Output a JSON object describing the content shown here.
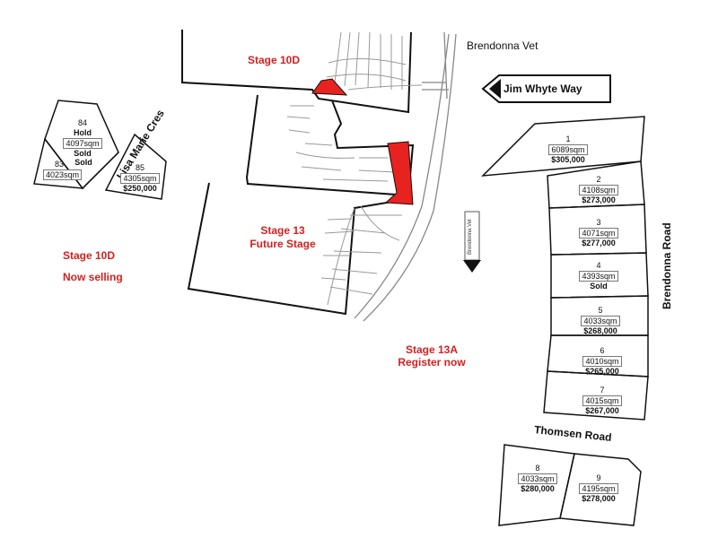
{
  "stages": {
    "stage_10d_top": "Stage 10D",
    "stage_13_title": "Stage 13",
    "stage_13_sub": "Future Stage",
    "stage_10d_left": "Stage 10D",
    "now_selling": "Now selling",
    "stage_13a_title": "Stage 13A",
    "register_now": "Register now"
  },
  "roads": {
    "brendonna_vet": "Brendonna Vet",
    "jim_whyte_way": "Jim Whyte Way",
    "lisa_marie_cres": "Lisa Marie Cres",
    "brendonna_road": "Brendonna Road",
    "thomsen_road": "Thomsen Road"
  },
  "vertical_sign_text": "Brendonna Vet",
  "colors": {
    "highlight": "#e8221e",
    "label_red": "#d42020",
    "line": "#111111",
    "street": "#888888"
  },
  "icons": [
    "arrow-left-sign-icon",
    "arrow-down-sign-icon"
  ],
  "lots": [
    {
      "id": "84",
      "number": "84",
      "status": "Hold",
      "area": "4097sqm",
      "extra_status": "Sold"
    },
    {
      "id": "83",
      "number": "83",
      "area": "4023sqm",
      "status": "Sold"
    },
    {
      "id": "85",
      "number": "85",
      "area": "4305sqm",
      "price": "$250,000"
    },
    {
      "id": "1",
      "number": "1",
      "area": "6089sqm",
      "price": "$305,000"
    },
    {
      "id": "2",
      "number": "2",
      "area": "4108sqm",
      "price": "$273,000"
    },
    {
      "id": "3",
      "number": "3",
      "area": "4071sqm",
      "price": "$277,000"
    },
    {
      "id": "4",
      "number": "4",
      "area": "4393sqm",
      "status": "Sold"
    },
    {
      "id": "5",
      "number": "5",
      "area": "4033sqm",
      "price": "$268,000"
    },
    {
      "id": "6",
      "number": "6",
      "area": "4010sqm",
      "price": "$265,000"
    },
    {
      "id": "7",
      "number": "7",
      "area": "4015sqm",
      "price": "$267,000"
    },
    {
      "id": "8",
      "number": "8",
      "area": "4033sqm",
      "price": "$280,000"
    },
    {
      "id": "9",
      "number": "9",
      "area": "4195sqm",
      "price": "$278,000"
    }
  ]
}
